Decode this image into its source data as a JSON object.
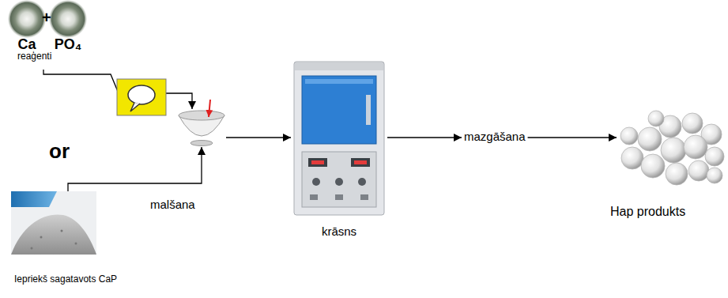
{
  "diagram": {
    "nodes": [
      {
        "text": [
          "reaģenti"
        ]
      },
      {
        "text": [
          "Ca"
        ],
        "in": 0
      },
      {
        "text": [
          "PO₄"
        ],
        "in": 0
      },
      {
        "text": [
          "malšana"
        ]
      },
      {
        "text": [
          "Iepriekš sagatavots CaP"
        ]
      },
      {
        "text": [
          "krāsns"
        ]
      },
      {
        "text": [
          "mazgāšana"
        ]
      },
      {
        "text": [
          "Hap produkts"
        ]
      }
    ],
    "edges": [
      {
        "from": 0,
        "to": 3,
        "arrow": "to"
      },
      {
        "from": 4,
        "to": 3,
        "arrow": "to"
      },
      {
        "from": 3,
        "to": 5,
        "arrow": "to"
      },
      {
        "from": 5,
        "to": 6,
        "arrow": "to"
      },
      {
        "from": 6,
        "to": 7,
        "arrow": "to"
      }
    ],
    "labels": [
      "+",
      "or"
    ]
  }
}
